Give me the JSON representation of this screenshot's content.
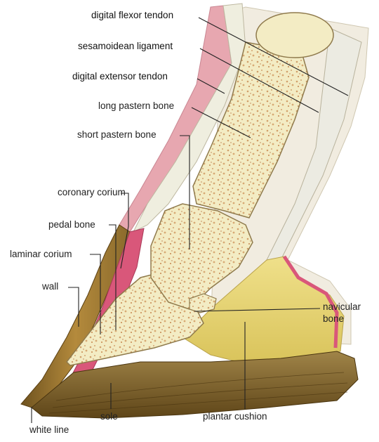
{
  "labels": {
    "digital_flexor_tendon": "digital flexor tendon",
    "sesamoidean_ligament": "sesamoidean ligament",
    "digital_extensor_tendon": "digital extensor tendon",
    "long_pastern_bone": "long pastern bone",
    "short_pastern_bone": "short pastern bone",
    "coronary_corium": "coronary corium",
    "pedal_bone": "pedal bone",
    "laminar_corium": "laminar corium",
    "wall": "wall",
    "navicular_bone_line1": "navicular",
    "navicular_bone_line2": "bone",
    "sole": "sole",
    "plantar_cushion": "plantar cushion",
    "white_line": "white line"
  },
  "colors": {
    "bone_fill": "#f3ecc4",
    "bone_texture": "#d4a46c",
    "cartilage": "#e9e4c8",
    "tendon": "#eeece0",
    "corium": "#d9577a",
    "hoof_wall": "#8a6a2c",
    "sole": "#7a5f2a",
    "cushion": "#e8d96a",
    "pink_skin": "#e7a7b0"
  }
}
